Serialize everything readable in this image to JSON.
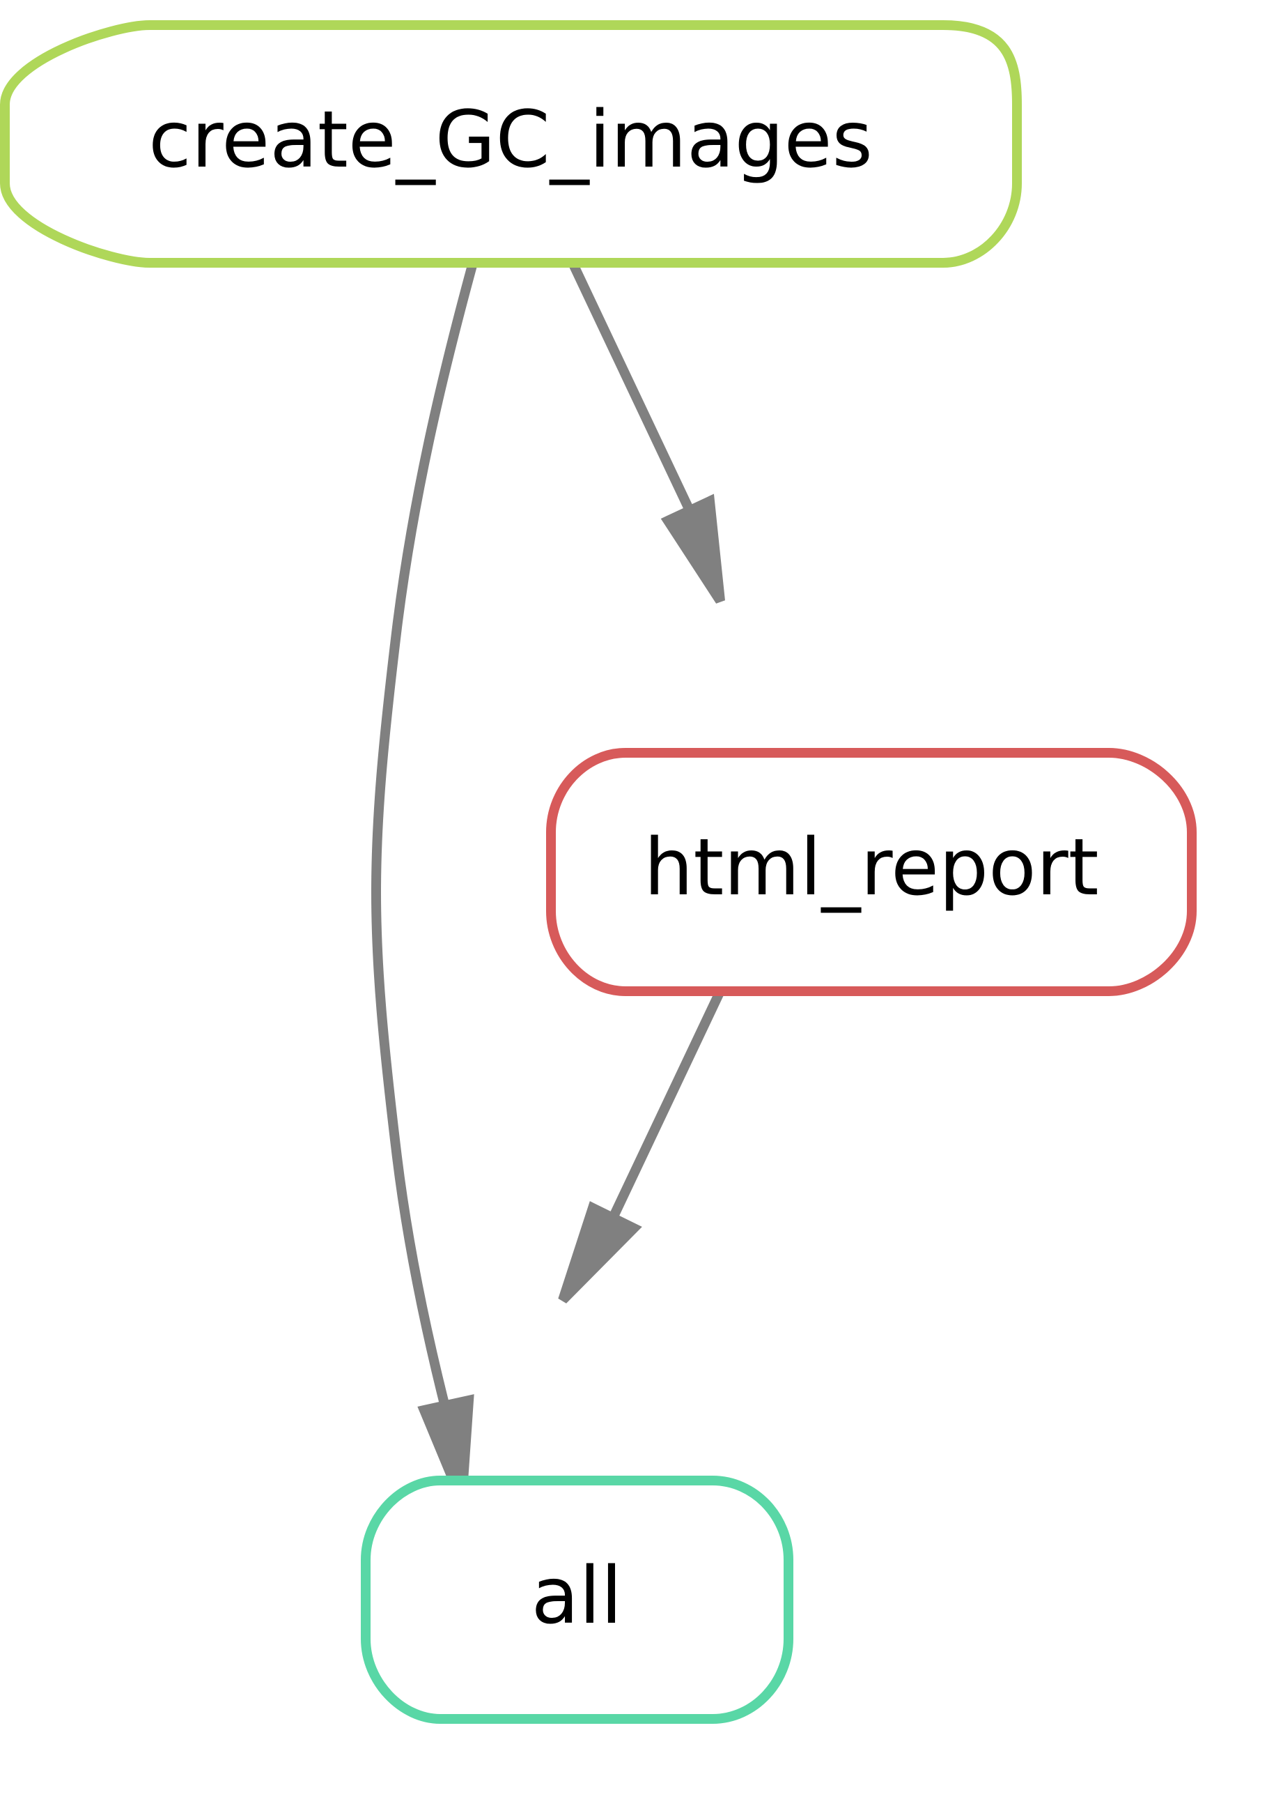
{
  "diagram": {
    "type": "workflow-dag",
    "nodes": [
      {
        "id": "create_GC_images",
        "label": "create_GC_images",
        "color": "#afd759"
      },
      {
        "id": "html_report",
        "label": "html_report",
        "color": "#d75a5a"
      },
      {
        "id": "all",
        "label": "all",
        "color": "#59d7a6"
      }
    ],
    "edges": [
      {
        "from": "create_GC_images",
        "to": "all"
      },
      {
        "from": "create_GC_images",
        "to": "html_report"
      },
      {
        "from": "html_report",
        "to": "all"
      }
    ],
    "edge_color": "#808080"
  }
}
